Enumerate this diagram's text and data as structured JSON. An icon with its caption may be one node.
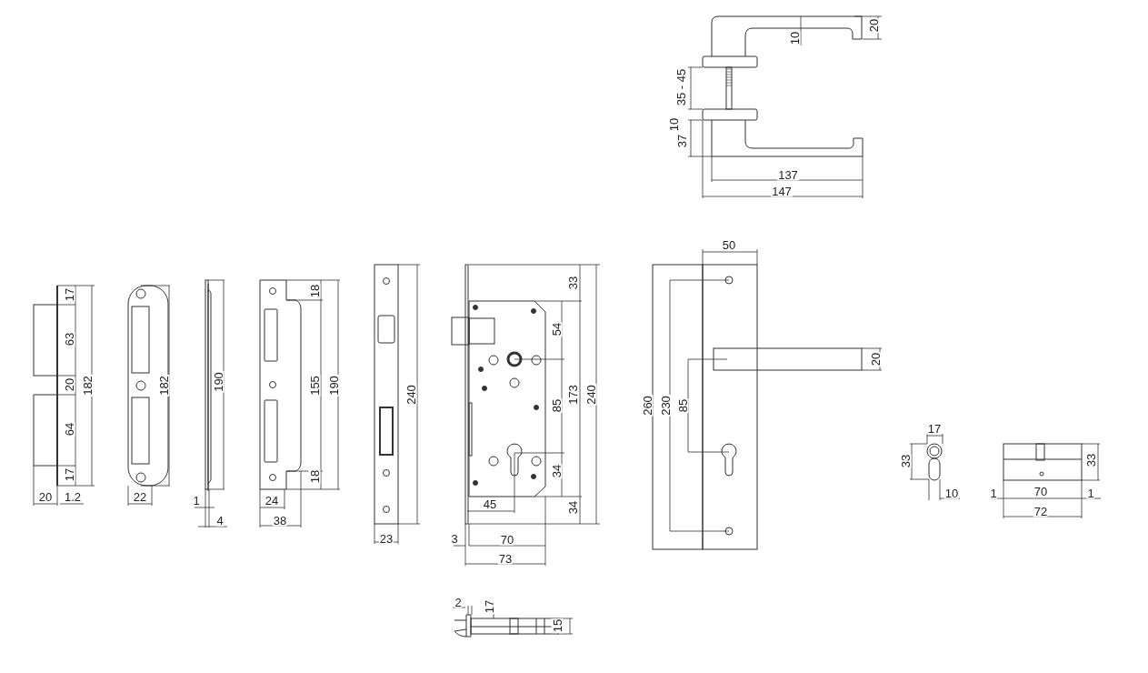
{
  "diagram": {
    "labels": [
      "10",
      "20",
      "35 - 45",
      "10",
      "37",
      "137",
      "147",
      "50",
      "17",
      "63",
      "20",
      "64",
      "17",
      "182",
      "182",
      "190",
      "18",
      "155",
      "18",
      "190",
      "240",
      "54",
      "85",
      "34",
      "33",
      "173",
      "240",
      "260",
      "230",
      "85",
      "20",
      "33",
      "17",
      "33",
      "20",
      "1.2",
      "22",
      "1",
      "4",
      "24",
      "38",
      "23",
      "3",
      "45",
      "73",
      "70",
      "34",
      "10",
      "1",
      "70",
      "72",
      "1",
      "2",
      "17",
      "15"
    ]
  }
}
